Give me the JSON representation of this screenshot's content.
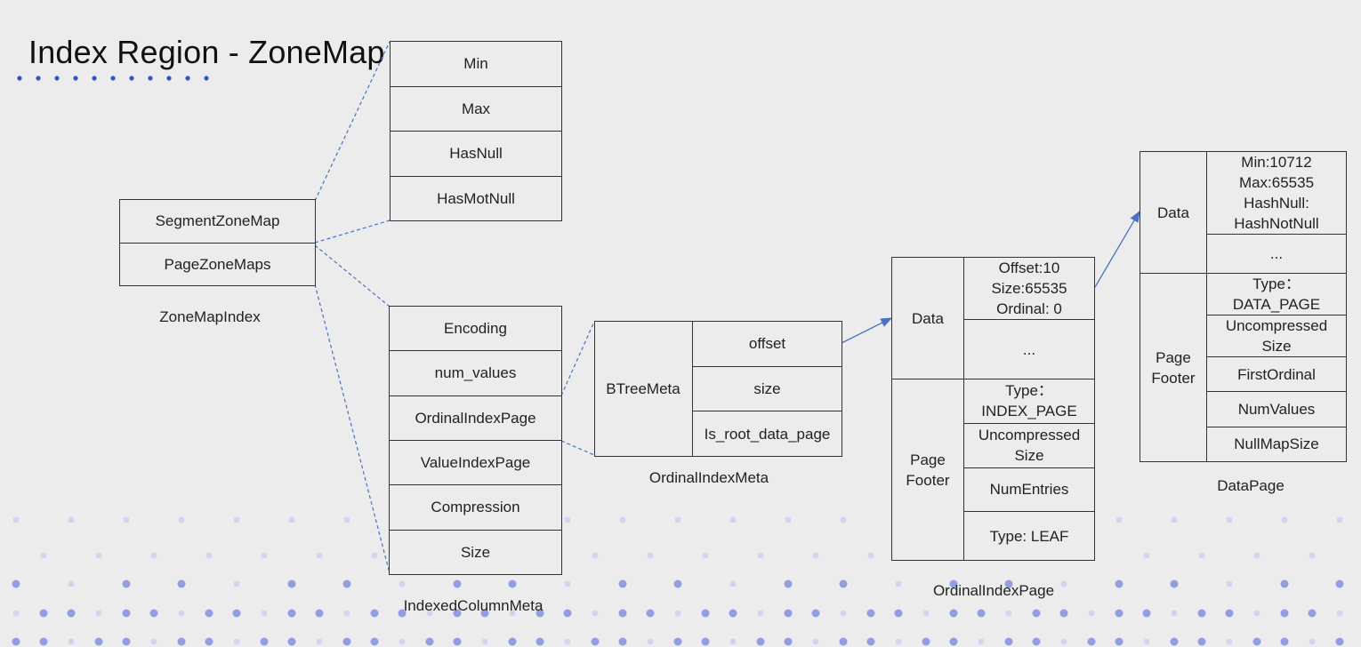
{
  "title": "Index Region - ZoneMap",
  "zone_map_index": {
    "label": "ZoneMapIndex",
    "fields": [
      "SegmentZoneMap",
      "PageZoneMaps"
    ]
  },
  "zone_map_fields": [
    "Min",
    "Max",
    "HasNull",
    "HasMotNull"
  ],
  "indexed_column_meta": {
    "label": "IndexedColumnMeta",
    "fields": [
      "Encoding",
      "num_values",
      "OrdinalIndexPage",
      "ValueIndexPage",
      "Compression",
      "Size"
    ]
  },
  "ordinal_index_meta": {
    "label": "OrdinalIndexMeta",
    "name": "BTreeMeta",
    "fields": [
      "offset",
      "size",
      "Is_root_data_page"
    ]
  },
  "ordinal_index_page": {
    "label": "OrdinalIndexPage",
    "data_label": "Data",
    "data_entries": [
      "Offset:10\nSize:65535\nOrdinal: 0",
      "..."
    ],
    "footer_label": "Page\nFooter",
    "footer_fields": [
      "Type：\nINDEX_PAGE",
      "Uncompressed\nSize",
      "NumEntries",
      "Type: LEAF"
    ]
  },
  "data_page": {
    "label": "DataPage",
    "data_label": "Data",
    "data_entries": [
      "Min:10712\nMax:65535\nHashNull:\nHashNotNull",
      "..."
    ],
    "footer_label": "Page\nFooter",
    "footer_fields": [
      "Type：\nDATA_PAGE",
      "Uncompressed\nSize",
      "FirstOrdinal",
      "NumValues",
      "NullMapSize"
    ]
  },
  "colors": {
    "connector": "#4a72c4",
    "dot_blue": "#8f9fe0",
    "dot_light": "#d0d6ef",
    "title_dots": "#2f55c8"
  }
}
